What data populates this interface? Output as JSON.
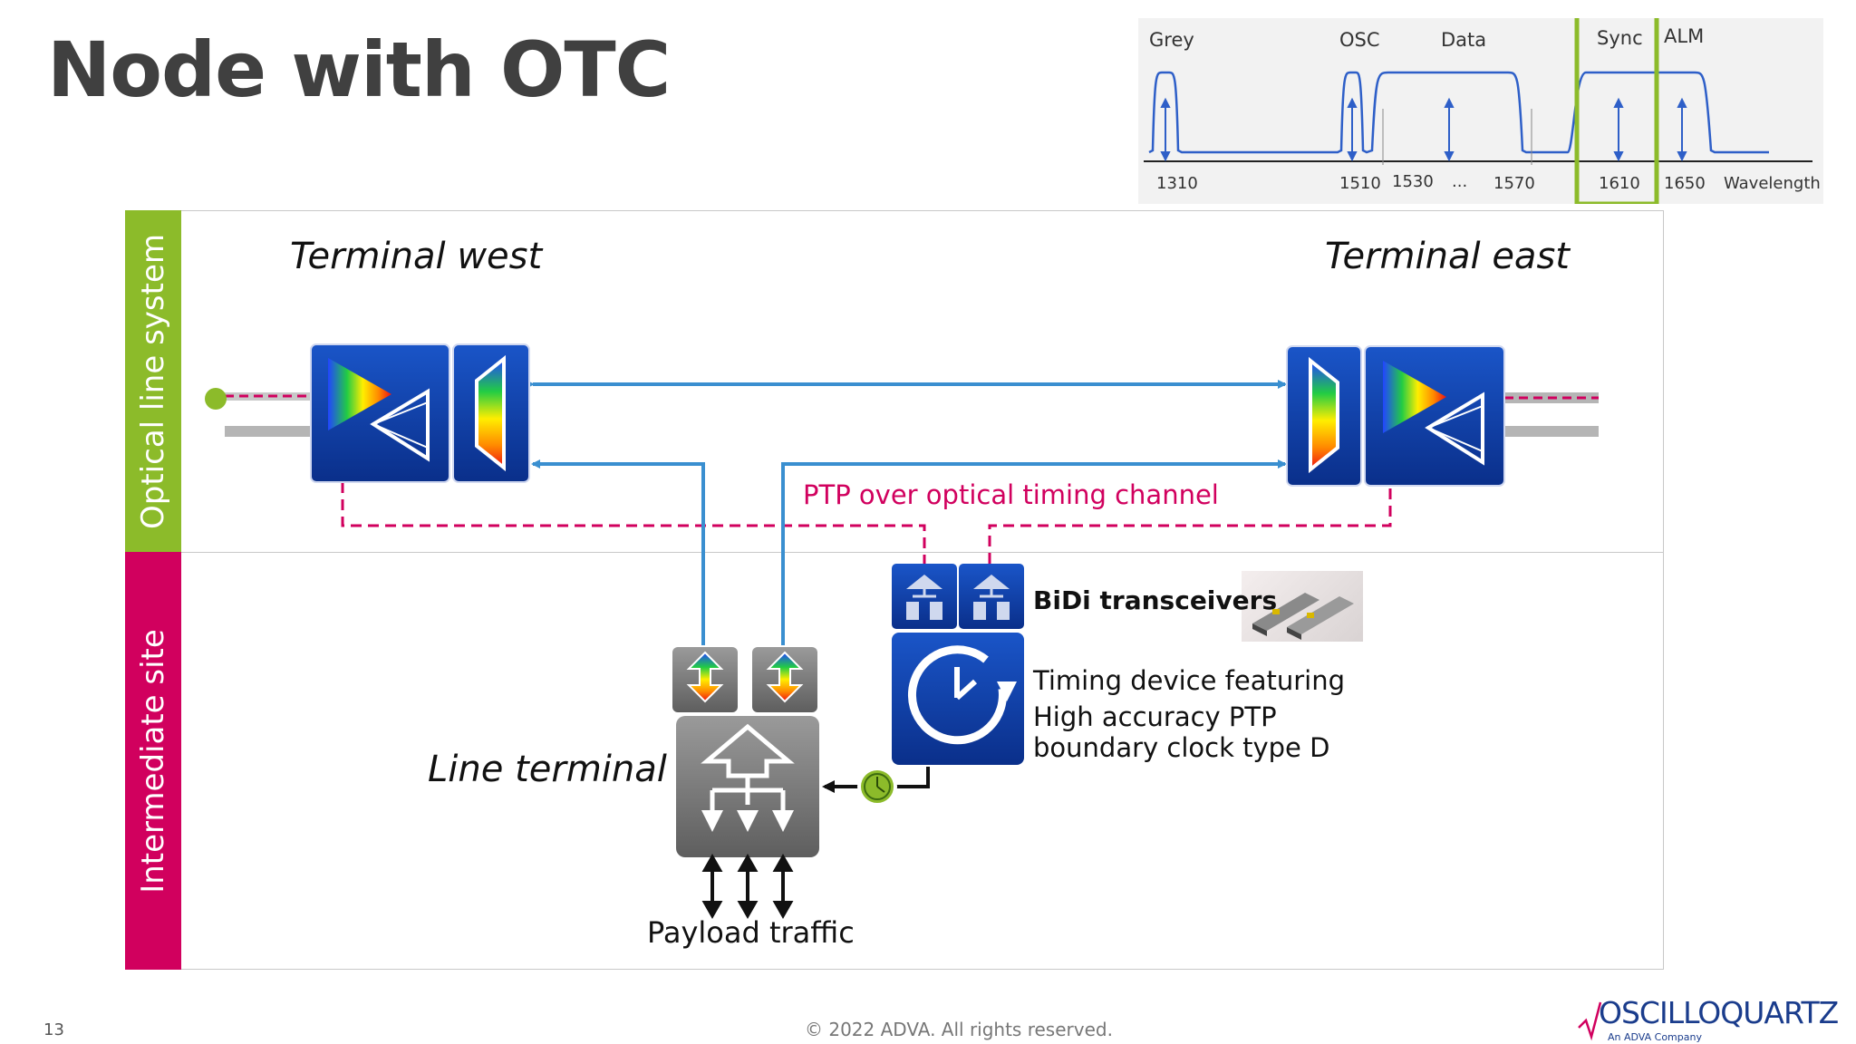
{
  "slide": {
    "title": "Node with OTC",
    "page_number": "13",
    "copyright": "© 2022 ADVA. All rights reserved.",
    "logo_text": "OSCILLOQUARTZ",
    "logo_subtext": "An ADVA Company"
  },
  "spectrum": {
    "band_labels": [
      "Grey",
      "OSC",
      "Data",
      "Sync",
      "ALM"
    ],
    "wavelengths": [
      "1310",
      "1510",
      "1530",
      "...",
      "1570",
      "1610",
      "1650"
    ],
    "axis_label": "Wavelength",
    "highlight": "Sync",
    "highlight_color": "#8cbb2a",
    "curve_color": "#2e5fc8"
  },
  "diagram": {
    "band_optical": "Optical line system",
    "band_intermediate": "Intermediate site",
    "terminal_west": "Terminal west",
    "terminal_east": "Terminal east",
    "ptp_label": "PTP over optical timing channel",
    "bidi_label": "BiDi transceivers",
    "timing_line1": "Timing device featuring",
    "timing_line2": "High accuracy PTP",
    "timing_line3": "boundary clock type D",
    "line_terminal": "Line terminal",
    "payload": "Payload traffic"
  },
  "colors": {
    "green_band": "#8cbb2a",
    "magenta_band": "#d1005e",
    "fiber_blue": "#3a8fd0",
    "device_blue": "#0f3ea8"
  }
}
